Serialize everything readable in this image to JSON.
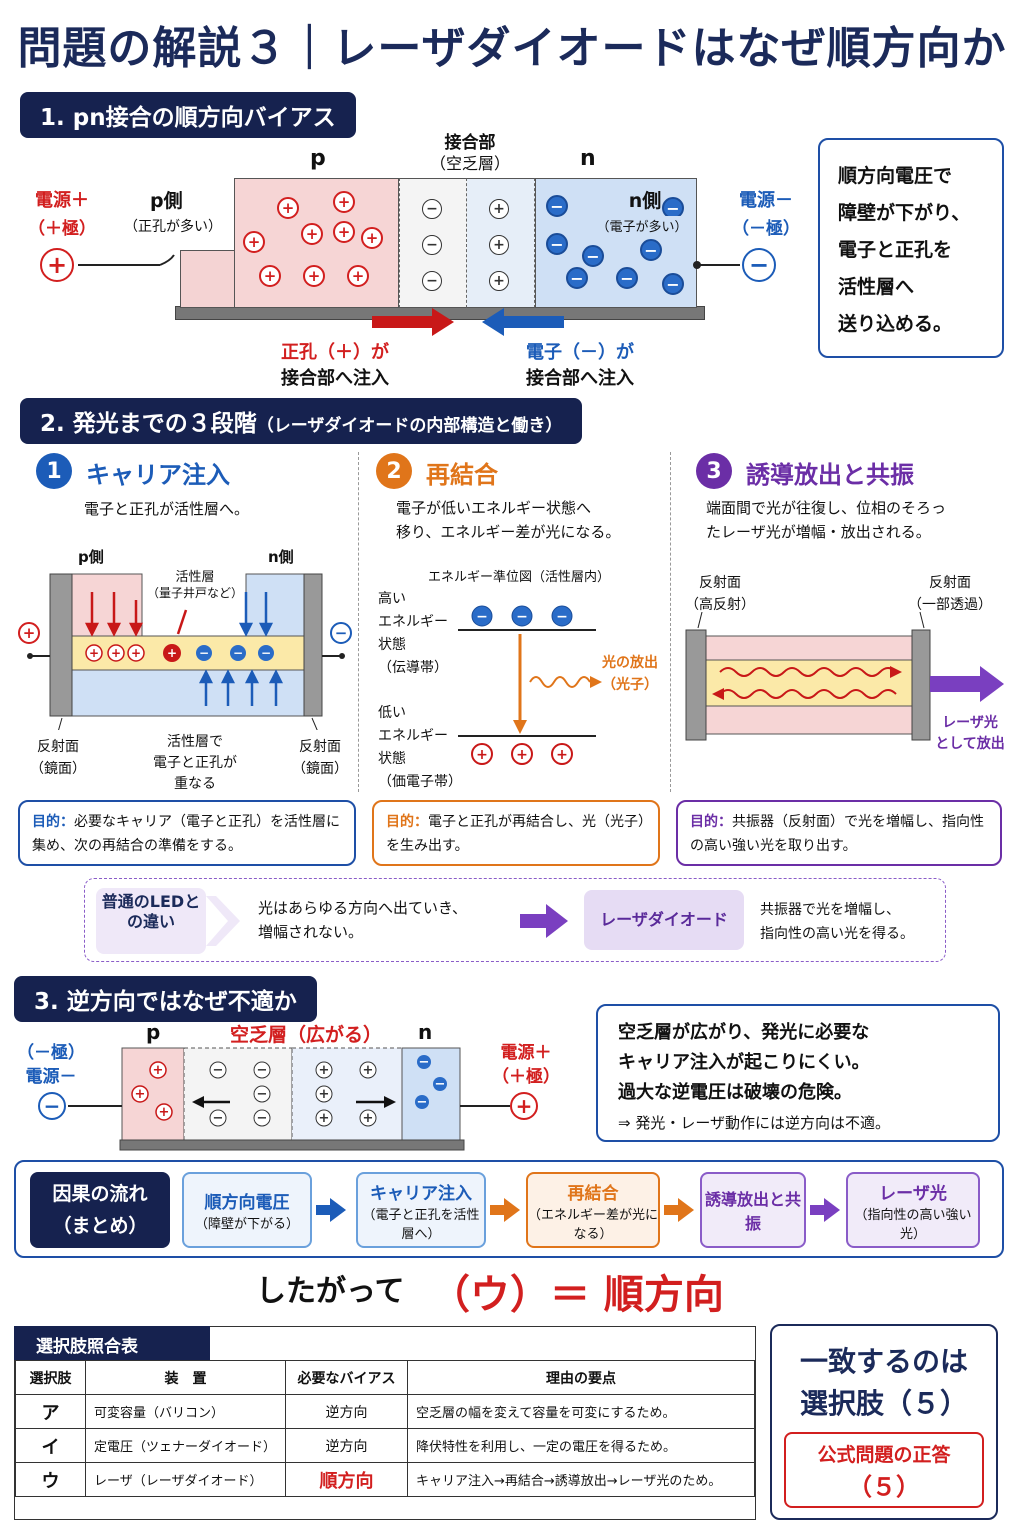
{
  "title": "問題の解説３｜レーザダイオードはなぜ順方向か",
  "sec1": {
    "header": "1. pn接合の順方向バイアス",
    "p": "p",
    "n": "n",
    "junction": "接合部",
    "junction_sub": "（空乏層）",
    "p_side": "p側",
    "p_side_sub": "（正孔が多い）",
    "n_side": "n側",
    "n_side_sub": "（電子が多い）",
    "src_plus": "電源＋",
    "src_plus_sub": "（＋極）",
    "src_minus": "電源－",
    "src_minus_sub": "（－極）",
    "hole_inject_1": "正孔（＋）が",
    "hole_inject_2": "接合部へ注入",
    "elec_inject_1": "電子（－）が",
    "elec_inject_2": "接合部へ注入",
    "note": [
      "順方向電圧で",
      "障壁が下がり、",
      "電子と正孔を",
      "活性層へ",
      "送り込める。"
    ]
  },
  "sec2": {
    "header": "2. 発光までの３段階",
    "header_sub": "（レーザダイオードの内部構造と働き）",
    "s1": {
      "num": "1",
      "title": "キャリア注入",
      "desc": "電子と正孔が活性層へ。",
      "p_side": "p側",
      "n_side": "n側",
      "active": "活性層",
      "active_sub": "（量子井戸など）",
      "mirror_l": "反射面",
      "mirror_l_sub": "（鏡面）",
      "mirror_r": "反射面",
      "mirror_r_sub": "（鏡面）",
      "overlap": [
        "活性層で",
        "電子と正孔が",
        "重なる"
      ],
      "goal_label": "目的：",
      "goal": "必要なキャリア（電子と正孔）を活性層に集め、次の再結合の準備をする。"
    },
    "s2": {
      "num": "2",
      "title": "再結合",
      "desc": [
        "電子が低いエネルギー状態へ",
        "移り、エネルギー差が光になる。"
      ],
      "diagram_title": "エネルギー準位図（活性層内）",
      "high": [
        "高い",
        "エネルギー",
        "状態",
        "（伝導帯）"
      ],
      "low": [
        "低い",
        "エネルギー",
        "状態",
        "（価電子帯）"
      ],
      "emit": "光の放出",
      "emit_sub": "（光子）",
      "goal_label": "目的：",
      "goal": "電子と正孔が再結合し、光（光子）を生み出す。"
    },
    "s3": {
      "num": "3",
      "title": "誘導放出と共振",
      "desc": [
        "端面間で光が往復し、位相のそろっ",
        "たレーザ光が増幅・放出される。"
      ],
      "mirror_l": "反射面",
      "mirror_l_sub": "（高反射）",
      "mirror_r": "反射面",
      "mirror_r_sub": "（一部透過）",
      "out": "レーザ光",
      "out_sub": "として放出",
      "goal_label": "目的：",
      "goal": "共振器（反射面）で光を増幅し、指向性の高い強い光を取り出す。"
    },
    "led": {
      "label": "普通のLEDとの違い",
      "text": [
        "光はあらゆる方向へ出ていき、",
        "増幅されない。"
      ],
      "ld": "レーザダイオード",
      "ld_text": [
        "共振器で光を増幅し、",
        "指向性の高い光を得る。"
      ]
    }
  },
  "sec3": {
    "header": "3. 逆方向ではなぜ不適か",
    "p": "p",
    "n": "n",
    "depl": "空乏層（広がる）",
    "src_minus": "（－極）",
    "src_minus_2": "電源－",
    "src_plus": "電源＋",
    "src_plus_2": "（＋極）",
    "note": [
      "空乏層が広がり、発光に必要な",
      "キャリア注入が起こりにくい。",
      "過大な逆電圧は破壊の危険。"
    ],
    "note_sub": "⇒ 発光・レーザ動作には逆方向は不適。"
  },
  "flow": {
    "label": [
      "因果の流れ",
      "（まとめ）"
    ],
    "steps": [
      {
        "t": "順方向電圧",
        "s": "（障壁が下がる）"
      },
      {
        "t": "キャリア注入",
        "s": "（電子と正孔を活性層へ）"
      },
      {
        "t": "再結合",
        "s": "（エネルギー差が光になる）"
      },
      {
        "t": "誘導放出と共振",
        "s": ""
      },
      {
        "t": "レーザ光",
        "s": "（指向性の高い強い光）"
      }
    ]
  },
  "conclusion": {
    "pre": "したがって",
    "ans": "（ウ）＝ 順方向"
  },
  "table": {
    "title": "選択肢照合表",
    "headers": [
      "選択肢",
      "装　置",
      "必要なバイアス",
      "理由の要点"
    ],
    "rows": [
      [
        "ア",
        "可変容量（バリコン）",
        "逆方向",
        "空乏層の幅を変えて容量を可変にするため。"
      ],
      [
        "イ",
        "定電圧（ツェナーダイオード）",
        "逆方向",
        "降伏特性を利用し、一定の電圧を得るため。"
      ],
      [
        "ウ",
        "レーザ（レーザダイオード）",
        "順方向",
        "キャリア注入→再結合→誘導放出→レーザ光のため。"
      ]
    ]
  },
  "answer": {
    "line1": "一致するのは",
    "line2": "選択肢（５）",
    "official": "公式問題の正答",
    "official_val": "（５）"
  }
}
